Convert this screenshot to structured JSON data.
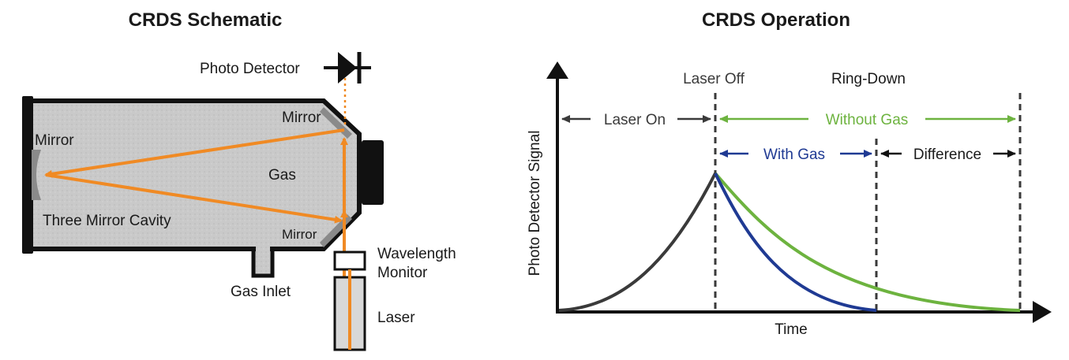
{
  "left": {
    "title": "CRDS Schematic",
    "labels": {
      "photo_detector": "Photo Detector",
      "mirror_top": "Mirror",
      "mirror_left": "Mirror",
      "gas": "Gas",
      "three_mirror_cavity": "Three Mirror Cavity",
      "mirror_bottom": "Mirror",
      "wavelength_monitor_1": "Wavelength",
      "wavelength_monitor_2": "Monitor",
      "gas_inlet": "Gas Inlet",
      "laser": "Laser"
    }
  },
  "right": {
    "title": "CRDS Operation",
    "labels": {
      "laser_off": "Laser Off",
      "ring_down": "Ring-Down",
      "laser_on": "Laser On",
      "without_gas": "Without Gas",
      "with_gas": "With Gas",
      "difference": "Difference",
      "y_axis": "Photo Detector Signal",
      "x_axis": "Time"
    }
  },
  "colors": {
    "laser_beam": "#f08a24",
    "cavity_fill": "#c8c8c8",
    "with_gas": "#1f3a93",
    "without_gas": "#6db33f",
    "laser_on_curve": "#3a3a3a"
  }
}
